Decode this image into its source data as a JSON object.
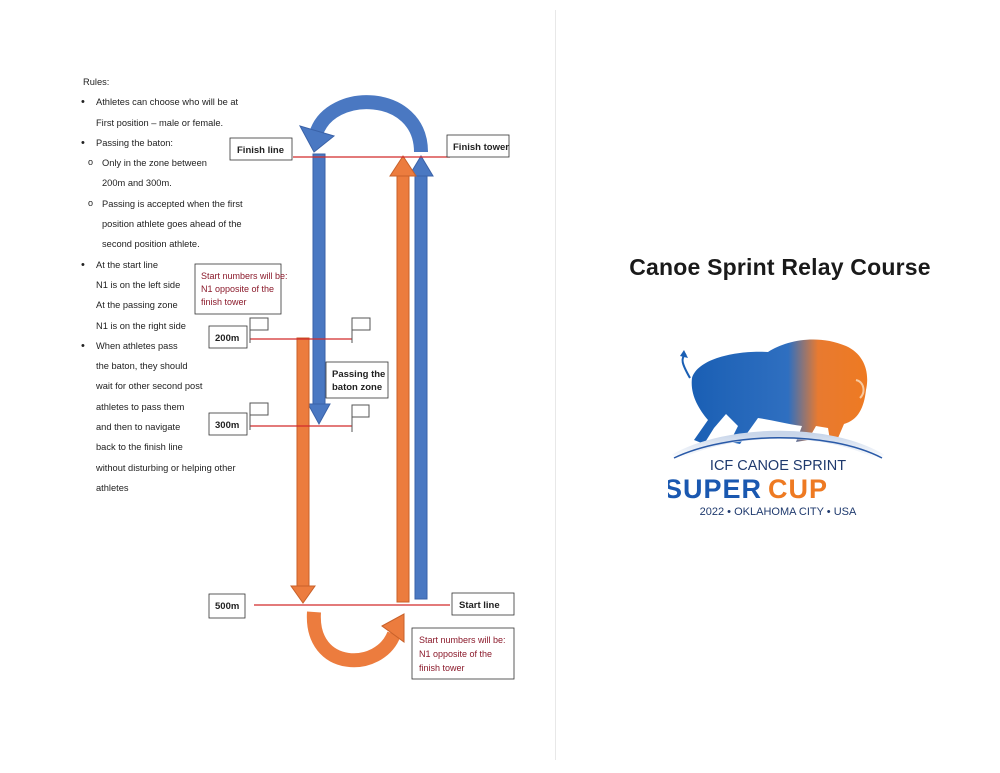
{
  "rules": {
    "heading": "Rules:",
    "lines": [
      {
        "kind": "b1",
        "text": "Athletes can choose who will be at"
      },
      {
        "kind": "c1",
        "text": "First position – male or female."
      },
      {
        "kind": "b1",
        "text": "Passing the baton:"
      },
      {
        "kind": "b2",
        "text": "Only in the zone between"
      },
      {
        "kind": "c2",
        "text": "200m and 300m."
      },
      {
        "kind": "b2",
        "text": "Passing is accepted when the first"
      },
      {
        "kind": "c2",
        "text": "position athlete goes ahead of the"
      },
      {
        "kind": "c2",
        "text": "second position athlete."
      },
      {
        "kind": "b1",
        "text": "At the start line"
      },
      {
        "kind": "c1",
        "text": "N1 is on the left side"
      },
      {
        "kind": "c1",
        "text": "At the passing zone"
      },
      {
        "kind": "c1",
        "text": "N1 is on the right side"
      },
      {
        "kind": "b1",
        "text": "When athletes pass"
      },
      {
        "kind": "c1",
        "text": "the baton, they should"
      },
      {
        "kind": "c1",
        "text": "wait for other second post"
      },
      {
        "kind": "c1",
        "text": "athletes to pass them"
      },
      {
        "kind": "c1",
        "text": "and then to navigate"
      },
      {
        "kind": "c1",
        "text": "back to the finish line"
      },
      {
        "kind": "c1",
        "text": "without disturbing or helping other"
      },
      {
        "kind": "c1",
        "text": "athletes"
      }
    ]
  },
  "course": {
    "finish_line": "Finish line",
    "finish_tower": "Finish tower",
    "start_line": "Start line",
    "mark_200": "200m",
    "mark_300": "300m",
    "mark_500": "500m",
    "passing_zone_line1": "Passing the",
    "passing_zone_line2": "baton zone",
    "start_numbers_top": [
      "Start numbers will be:",
      "N1 opposite of the",
      "finish tower"
    ],
    "start_numbers_bottom": [
      "Start numbers will be:",
      "N1 opposite of the",
      "finish tower"
    ]
  },
  "title": "Canoe Sprint Relay Course",
  "logo": {
    "line1": "ICF CANOE SPRINT",
    "super": "SUPER",
    "cup": "CUP",
    "line3": "2022 • OKLAHOMA CITY • USA"
  },
  "colors": {
    "blue": "#4a78c2",
    "orange": "#ec7c3e",
    "red_line": "#d22b2b",
    "note_text": "#8b1a2b",
    "logo_blue": "#1a58b0",
    "logo_orange": "#ee7a22"
  }
}
